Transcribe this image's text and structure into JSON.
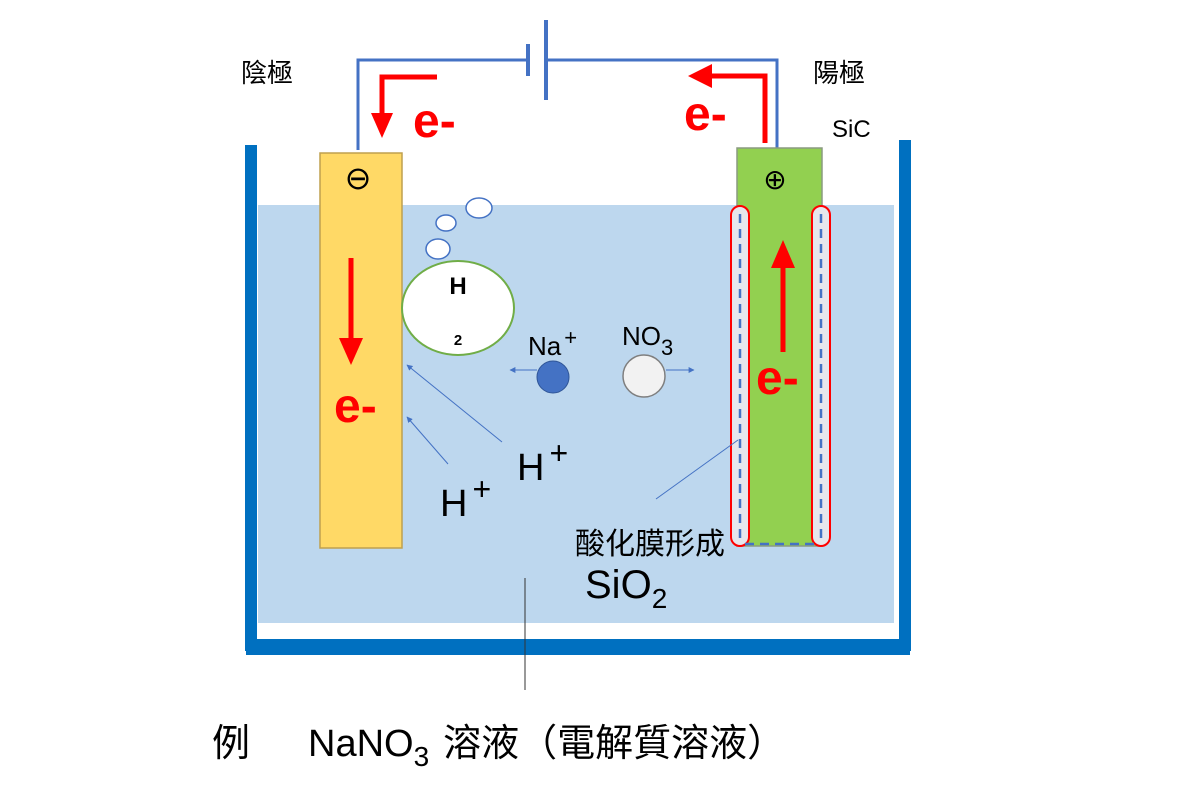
{
  "labels": {
    "cathode": "陰極",
    "anode": "陽極",
    "anode_material": "SiC",
    "electron": "e-",
    "minus_sign": "⊖",
    "plus_sign": "⊕",
    "h2_top": "H",
    "h2_sub": "2",
    "sodium": "Na",
    "nitrate": "NO",
    "nitrate_sub": "3",
    "plus": "+",
    "hydrogen_ion": "H",
    "oxide_formation": "酸化膜形成",
    "oxide_base": "SiO",
    "oxide_sub": "2",
    "caption_prefix": "例",
    "caption_formula": "NaNO",
    "caption_sub": "3",
    "caption_suffix": "溶液（電解質溶液）"
  },
  "colors": {
    "wire": "#4472c4",
    "tank": "#0070c0",
    "solution": "#bdd7ee",
    "cathode_fill": "#ffd966",
    "cathode_edge": "#bfa04f",
    "anode_fill": "#92d050",
    "anode_edge": "#8a9a80",
    "electron": "#ff0000",
    "bubble_edge": "#70ad47",
    "small_bubble_edge": "#4472c4",
    "sodium_ion": "#4472c4"
  }
}
